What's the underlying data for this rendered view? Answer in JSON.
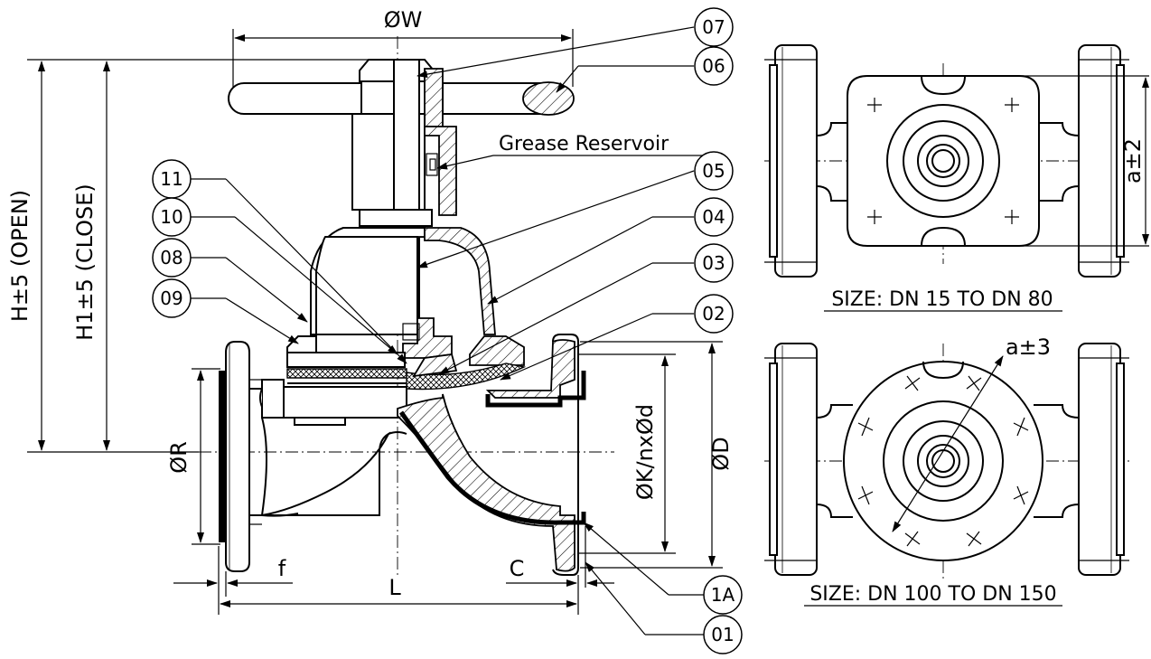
{
  "dimensions": {
    "overall_width": "ØW",
    "height_open": "H±5 (OPEN)",
    "height_close": "H1±5 (CLOSE)",
    "raised_face_dia": "ØR",
    "bolt_circle_holes": "ØK/nxØd",
    "flange_dia": "ØD",
    "face_to_face": "L",
    "flange_thickness_f": "f",
    "lining_c": "C",
    "square_a": "a±2",
    "round_a": "a±3"
  },
  "labels": {
    "grease_reservoir": "Grease Reservoir",
    "size_small": "SIZE: DN 15 TO DN 80",
    "size_large": "SIZE: DN 100 TO DN 150"
  },
  "callouts": [
    "07",
    "06",
    "05",
    "04",
    "03",
    "02",
    "11",
    "10",
    "08",
    "09",
    "1A",
    "01"
  ]
}
